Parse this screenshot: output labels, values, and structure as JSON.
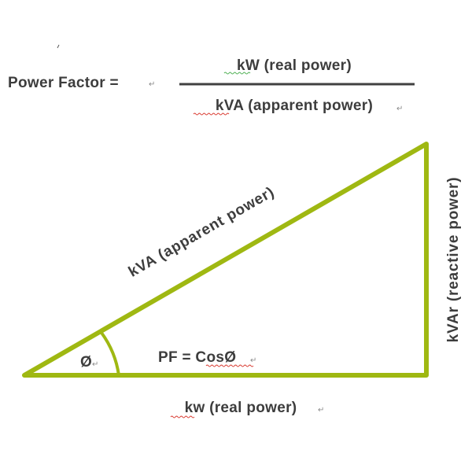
{
  "formula": {
    "lhs": "Power Factor =",
    "numerator": "kW (real power)",
    "denominator": "kVA (apparent power)"
  },
  "triangle": {
    "hypotenuse_label": "kVA (apparent power)",
    "vertical_label": "kVAr (reactive power)",
    "base_label": "kw (real power)",
    "angle_symbol": "Ø",
    "pf_label": "PF = CosØ"
  },
  "colors": {
    "triangle_stroke": "#9fb812",
    "text": "#3d3d3d",
    "fraction_bar": "#404040"
  }
}
